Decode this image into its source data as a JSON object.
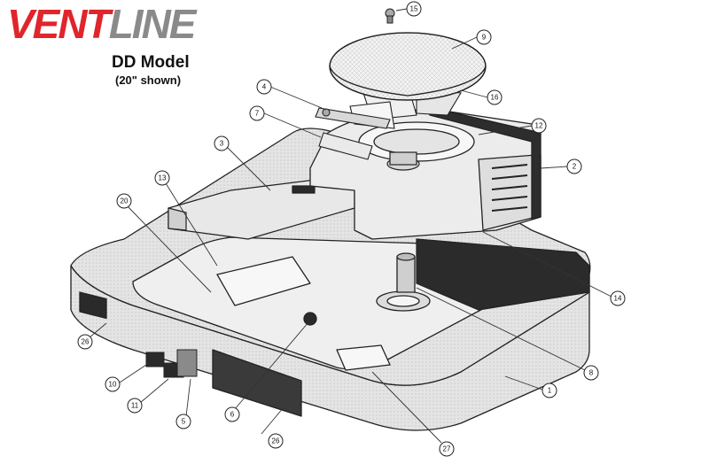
{
  "brand": {
    "part1": "VENT",
    "part2": "LINE"
  },
  "title": "DD Model",
  "subtitle": "(20\" shown)",
  "colors": {
    "brand_red": "#e0252b",
    "brand_gray": "#8a8a8a",
    "outline": "#222222",
    "fill": "#e9e9e9"
  },
  "callouts": [
    "15",
    "9",
    "4",
    "16",
    "7",
    "12",
    "3",
    "2",
    "13",
    "20",
    "14",
    "26",
    "8",
    "10",
    "1",
    "11",
    "5",
    "6",
    "26",
    "27"
  ]
}
